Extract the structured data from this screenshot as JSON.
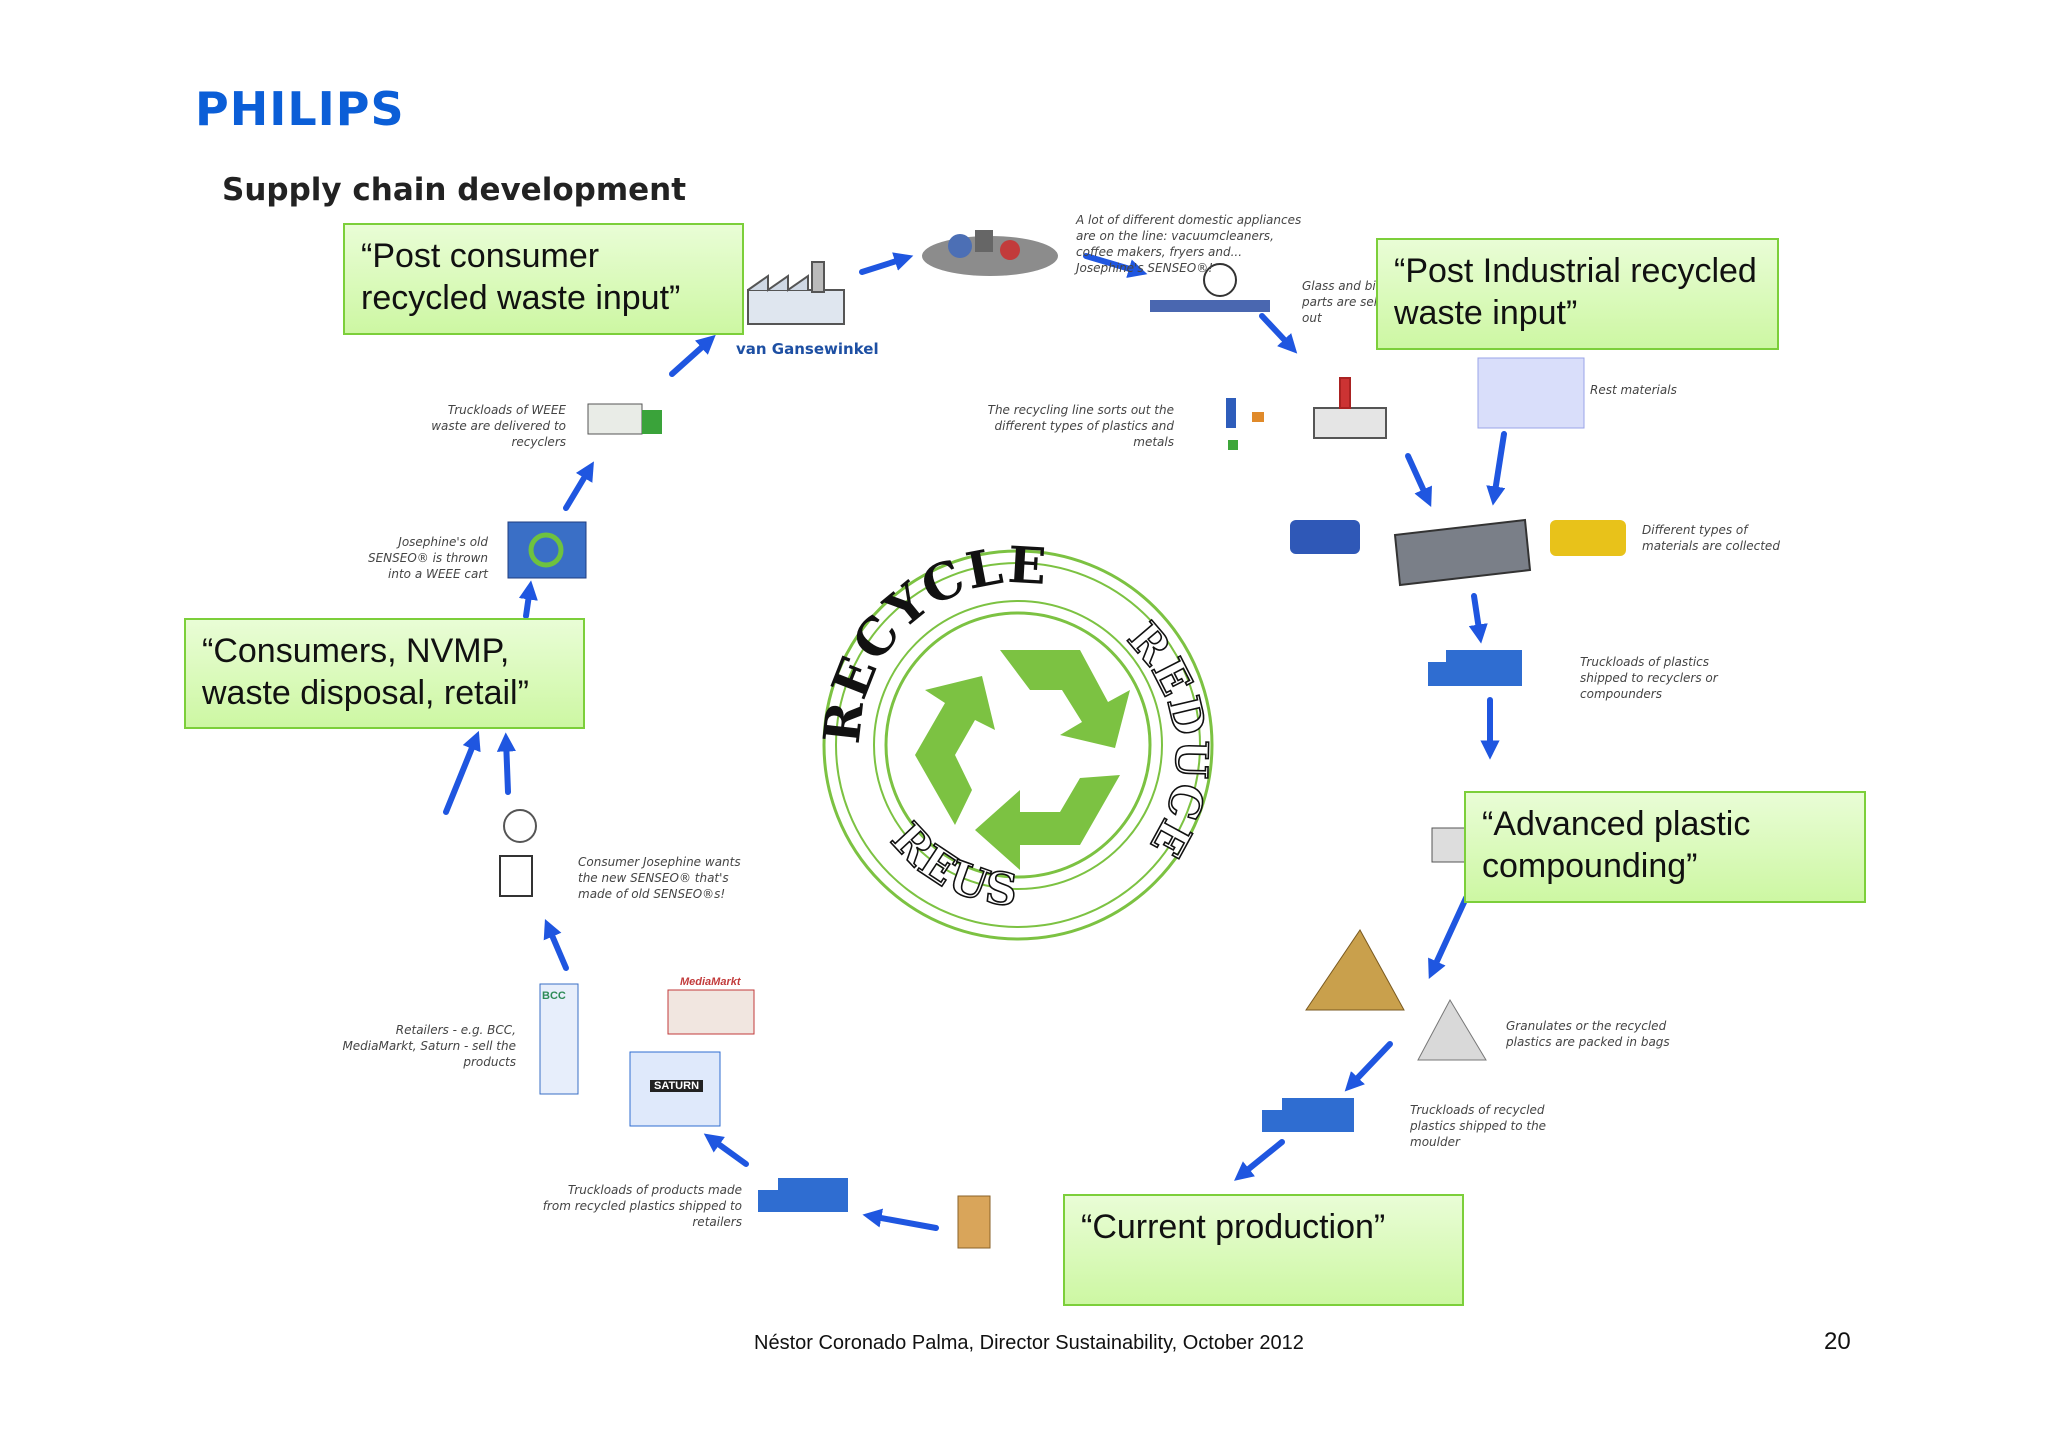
{
  "header": {
    "logo": "PHILIPS",
    "title": "Supply chain development"
  },
  "callouts": {
    "post_consumer": "“Post consumer recycled waste input”",
    "post_industrial": "“Post Industrial recycled waste input”",
    "consumers": "“Consumers, NVMP, waste disposal, retail”",
    "advanced": "“Advanced plastic compounding”",
    "current": "“Current production”"
  },
  "notes": {
    "appliances": "A lot of different domestic appliances are on the line: vacuumcleaners, coffee makers, fryers and... Josephine's SENSEO®!",
    "glass": "Glass and big metal parts are selected out",
    "rest": "Rest materials",
    "sorting": "The recycling line sorts out the different types of plastics and metals",
    "weee_trucks": "Truckloads of WEEE waste are delivered to recyclers",
    "weee_cart": "Josephine's old SENSEO® is thrown into a WEEE cart",
    "materials": "Different types of materials are collected",
    "plastics_trucks": "Truckloads of plastics shipped to recyclers or compounders",
    "consumer": "Consumer Josephine wants the new SENSEO® that's made of old SENSEO®s!",
    "granulates": "Granulates or the recycled plastics are packed in bags",
    "recycled_trucks": "Truckloads of recycled plastics shipped to the moulder",
    "retailers": "Retailers - e.g. BCC, MediaMarkt, Saturn - sell the products",
    "product_trucks": "Truckloads of products made from recycled plastics shipped to retailers"
  },
  "brands": {
    "van_gansewinkel": "van Gansewinkel",
    "bcc": "BCC",
    "mediamarkt": "MediaMarkt",
    "saturn": "SATURN"
  },
  "seal": {
    "recycle": "RECYCLE",
    "reduce": "REDUCE",
    "reuse": "REUSE"
  },
  "colors": {
    "philips_blue": "#0b5ed7",
    "arrow_blue": "#1f56e0",
    "callout_border": "#7ccf3a",
    "recycle_green": "#7cc242"
  },
  "footer": {
    "credit": "Néstor Coronado Palma, Director Sustainability, October 2012",
    "page": "20"
  }
}
